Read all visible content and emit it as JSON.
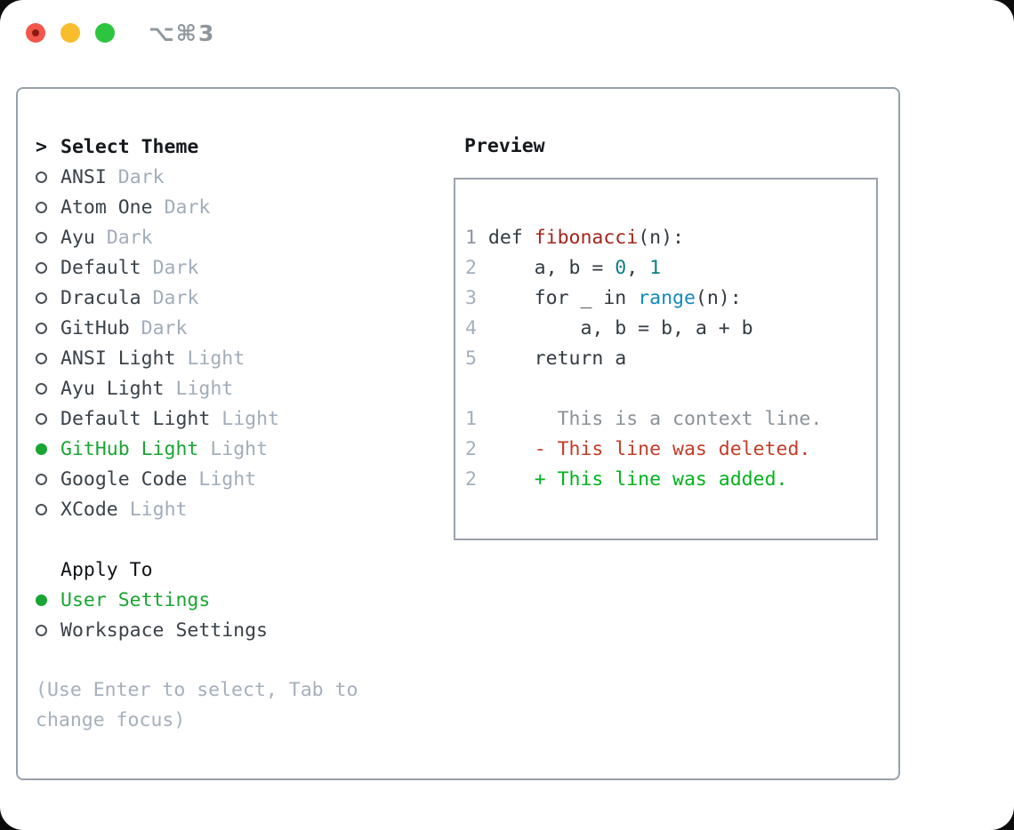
{
  "titlebar": {
    "shortcut": "⌥⌘3"
  },
  "theme_panel": {
    "list_title": {
      "prompt": ">",
      "label": "Select Theme"
    },
    "themes": [
      {
        "name": "ANSI",
        "variant": "Dark",
        "selected": false
      },
      {
        "name": "Atom One",
        "variant": "Dark",
        "selected": false
      },
      {
        "name": "Ayu",
        "variant": "Dark",
        "selected": false
      },
      {
        "name": "Default",
        "variant": "Dark",
        "selected": false
      },
      {
        "name": "Dracula",
        "variant": "Dark",
        "selected": false
      },
      {
        "name": "GitHub",
        "variant": "Dark",
        "selected": false
      },
      {
        "name": "ANSI Light",
        "variant": "Light",
        "selected": false
      },
      {
        "name": "Ayu Light",
        "variant": "Light",
        "selected": false
      },
      {
        "name": "Default Light",
        "variant": "Light",
        "selected": false
      },
      {
        "name": "GitHub Light",
        "variant": "Light",
        "selected": true
      },
      {
        "name": "Google Code",
        "variant": "Light",
        "selected": false
      },
      {
        "name": "XCode",
        "variant": "Light",
        "selected": false
      }
    ],
    "apply_to": {
      "title": "Apply To",
      "options": [
        {
          "name": "User Settings",
          "selected": true
        },
        {
          "name": "Workspace Settings",
          "selected": false
        }
      ]
    },
    "help_lines": [
      "(Use Enter to select, Tab to",
      "change focus)"
    ]
  },
  "preview": {
    "heading": "Preview",
    "code_lines": [
      {
        "num": "1",
        "num_style": "first",
        "tokens": [
          {
            "text": "def ",
            "style": "plain"
          },
          {
            "text": "fibonacci",
            "style": "title"
          },
          {
            "text": "(n):",
            "style": "plain"
          }
        ]
      },
      {
        "num": "2",
        "tokens": [
          {
            "text": "    a, b = ",
            "style": "plain"
          },
          {
            "text": "0",
            "style": "number"
          },
          {
            "text": ", ",
            "style": "plain"
          },
          {
            "text": "1",
            "style": "number"
          }
        ]
      },
      {
        "num": "3",
        "tokens": [
          {
            "text": "    for _ in ",
            "style": "plain"
          },
          {
            "text": "range",
            "style": "builtin"
          },
          {
            "text": "(n):",
            "style": "plain"
          }
        ]
      },
      {
        "num": "4",
        "tokens": [
          {
            "text": "        a, b = b, a + b",
            "style": "plain"
          }
        ]
      },
      {
        "num": "5",
        "tokens": [
          {
            "text": "    return a",
            "style": "plain"
          }
        ]
      }
    ],
    "diff_lines": [
      {
        "num": "1",
        "marker": " ",
        "text": "This is a context line.",
        "kind": "context"
      },
      {
        "num": "2",
        "marker": "-",
        "text": "This line was deleted.",
        "kind": "deleted"
      },
      {
        "num": "2",
        "marker": "+",
        "text": "This line was added.",
        "kind": "added"
      }
    ]
  },
  "colors": {
    "accent_green": "#19a533",
    "diff_added": "#02b31d",
    "diff_deleted": "#c63b28",
    "diff_context": "#8b9298",
    "code_function": "#a6241c",
    "code_number": "#0c7f81",
    "code_builtin": "#1389c1",
    "panel_border": "#99a1ab",
    "traffic_red": "#f2574c",
    "traffic_yellow": "#f8bd2d",
    "traffic_green": "#2dc53f"
  }
}
